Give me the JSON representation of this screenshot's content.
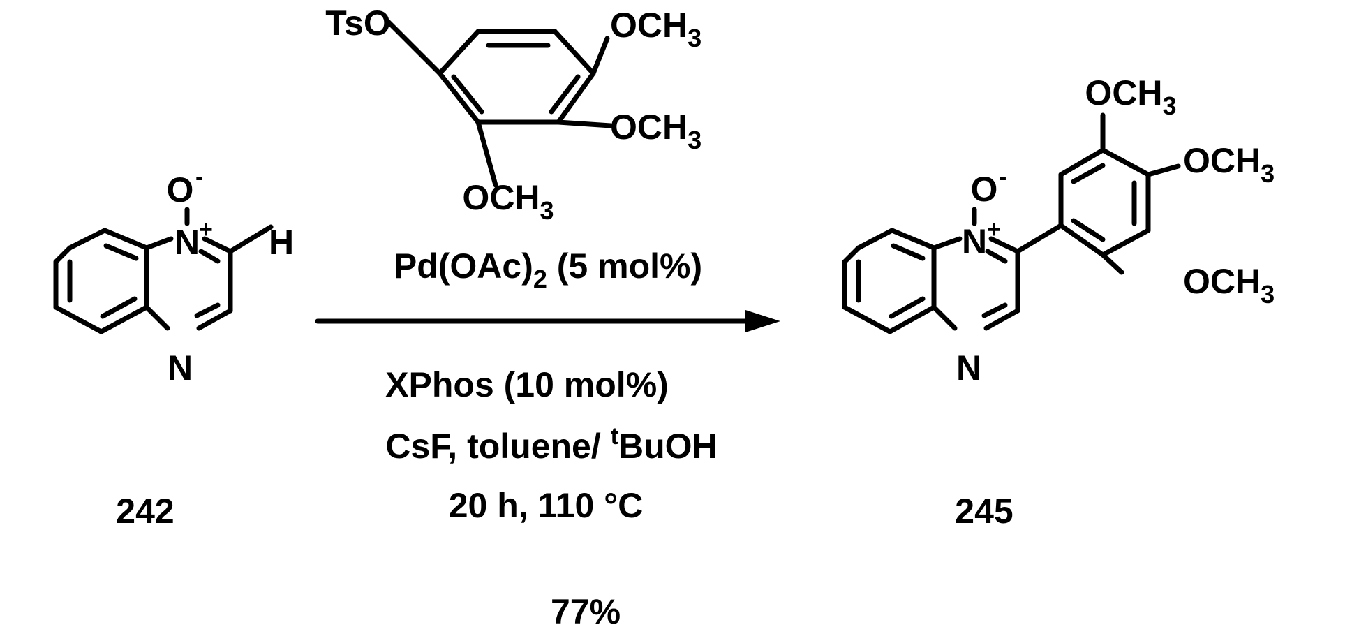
{
  "reagent": {
    "tso": "TsO",
    "ome_upper": [
      "OCH",
      "3"
    ],
    "ome_middle": [
      "OCH",
      "3"
    ],
    "ome_lower": [
      "OCH",
      "3"
    ]
  },
  "starting_material": {
    "oxide_o": "O",
    "oxide_charge": "-",
    "n_plus": "N",
    "plus": "+",
    "h": "H",
    "n": "N",
    "label": "242"
  },
  "product": {
    "oxide_o": "O",
    "oxide_charge": "-",
    "n_plus": "N",
    "plus": "+",
    "n": "N",
    "ome_top": [
      "OCH",
      "3"
    ],
    "ome_mid": [
      "OCH",
      "3"
    ],
    "ome_bot": [
      "OCH",
      "3"
    ],
    "label": "245"
  },
  "conditions": {
    "catalyst": [
      "Pd(OAc)",
      "2",
      " (5 mol%)"
    ],
    "ligand": "XPhos (10 mol%)",
    "base_solvent": [
      "CsF, toluene/ ",
      "t",
      "BuOH"
    ],
    "time_temp": "20 h, 110 °C",
    "yield": "77%"
  }
}
